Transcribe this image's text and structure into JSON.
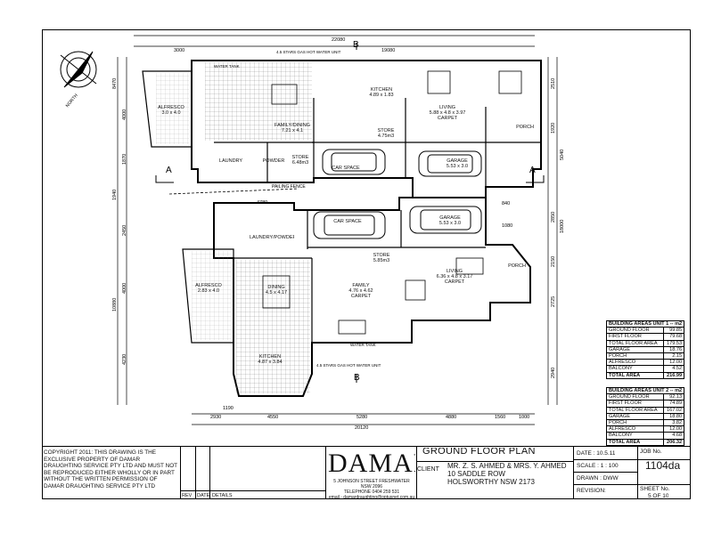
{
  "sheet": {
    "plan_title": "GROUND FLOOR PLAN",
    "section_marks": [
      "A",
      "A",
      "B",
      "B"
    ],
    "north_label": "NORTH",
    "fence_label": "PAILING FENCE",
    "dimensions_top": [
      "22080",
      "3000",
      "19080"
    ],
    "dimensions_bottom": [
      "2930",
      "4550",
      "5280",
      "4880",
      "1560",
      "1000",
      "20120",
      "1190"
    ],
    "dimensions_left": [
      "8470",
      "4000",
      "1870",
      "1940",
      "2450",
      "10880",
      "4000",
      "4230"
    ],
    "dimensions_right": [
      "2510",
      "1920",
      "5040",
      "18000",
      "2850",
      "2150",
      "2725",
      "2940"
    ],
    "dimensions_mid": [
      "4780",
      "840",
      "1080"
    ],
    "service_labels": [
      "4.5 STARS GAS HOT WATER UNIT",
      "WATER TANK",
      "4.5 STARS GAS HOT WATER UNIT",
      "WATER TANK"
    ],
    "rooms_unit1": [
      {
        "name": "ALFRESCO",
        "size": "3.0 x 4.0"
      },
      {
        "name": "KITCHEN",
        "size": "4.89 x 1.83"
      },
      {
        "name": "FAMILY/DINING",
        "size": "7.21 x 4.1"
      },
      {
        "name": "LIVING",
        "size": "5.88 x 4.8 x 3.97",
        "finish": "CARPET"
      },
      {
        "name": "STORE",
        "size": "4.75m3"
      },
      {
        "name": "STORE",
        "size": "6.48m3"
      },
      {
        "name": "LAUNDRY",
        "size": ""
      },
      {
        "name": "POWDER",
        "size": ""
      },
      {
        "name": "CAR SPACE",
        "size": ""
      },
      {
        "name": "GARAGE",
        "size": "5.53 x 3.0"
      },
      {
        "name": "PORCH",
        "size": ""
      }
    ],
    "rooms_unit2": [
      {
        "name": "ALFRESCO",
        "size": "2.83 x 4.0"
      },
      {
        "name": "DINING",
        "size": "4.5 x 4.17"
      },
      {
        "name": "FAMILY",
        "size": "4.76 x 4.62",
        "finish": "CARPET"
      },
      {
        "name": "LIVING",
        "size": "6.36 x 4.8 x 3.17",
        "finish": "CARPET"
      },
      {
        "name": "KITCHEN",
        "size": "4.87 x 3.84"
      },
      {
        "name": "STORE",
        "size": "5.85m3"
      },
      {
        "name": "LAUNDRY/POWDER",
        "size": ""
      },
      {
        "name": "CAR SPACE",
        "size": ""
      },
      {
        "name": "GARAGE",
        "size": "5.53 x 3.0"
      },
      {
        "name": "PORCH",
        "size": ""
      }
    ]
  },
  "areas_unit1": {
    "heading": "BUILDING AREAS UNIT 1 -- m2",
    "rows": [
      [
        "GROUND FLOOR",
        "99.85"
      ],
      [
        "FIRST FLOOR",
        "79.68"
      ],
      [
        "TOTAL FLOOR AREA",
        "179.53"
      ],
      [
        "GARAGE",
        "18.76"
      ],
      [
        "PORCH",
        "2.15"
      ],
      [
        "ALFRESCO",
        "12.00"
      ],
      [
        "BALCONY",
        "4.52"
      ]
    ],
    "total": [
      "TOTAL AREA",
      "216.99"
    ]
  },
  "areas_unit2": {
    "heading": "BUILDING AREAS UNIT 2 -- m2",
    "rows": [
      [
        "GROUND FLOOR",
        "92.13"
      ],
      [
        "FIRST FLOOR",
        "74.89"
      ],
      [
        "TOTAL FLOOR AREA",
        "167.02"
      ],
      [
        "GARAGE",
        "18.80"
      ],
      [
        "PORCH",
        "3.82"
      ],
      [
        "ALFRESCO",
        "12.00"
      ],
      [
        "BALCONY",
        "4.68"
      ]
    ],
    "total": [
      "TOTAL AREA",
      "206.32"
    ]
  },
  "title_block": {
    "copyright": "COPYRIGHT 2011: THIS DRAWING IS THE EXCLUSIVE PROPERTY OF DAMAR DRAUGHTING SERVICE PTY LTD AND MUST NOT BE REPRODUCED EITHER WHOLLY OR IN PART WITHOUT THE WRITTEN PERMISSION OF DAMAR DRAUGHTING SERVICE PTY LTD",
    "rev_col": "REV",
    "date_col": "DATE",
    "details_col": "DETAILS",
    "logo": "DAMAR",
    "address": "5 JOHNSON STREET FRESHWATER NSW 2096",
    "telephone": "TELEPHONE 0404 259 531",
    "email": "email - damardraughting@optusnet.com.au",
    "sheet_title": "GROUND FLOOR PLAN",
    "client_label": "CLIENT",
    "client_name": "MR. Z. S. AHMED & MRS. Y. AHMED",
    "client_addr1": "10 SADDLE ROW",
    "client_addr2": "HOLSWORTHY NSW 2173",
    "date": "DATE : 10.5.11",
    "scale": "SCALE : 1 : 100",
    "drawn": "DRAWN : DWW",
    "revision": "REVISION:",
    "job_label": "JOB No.",
    "job_no": "1104da",
    "sheet_label": "SHEET No.",
    "sheet_no": "5 OF 10"
  }
}
